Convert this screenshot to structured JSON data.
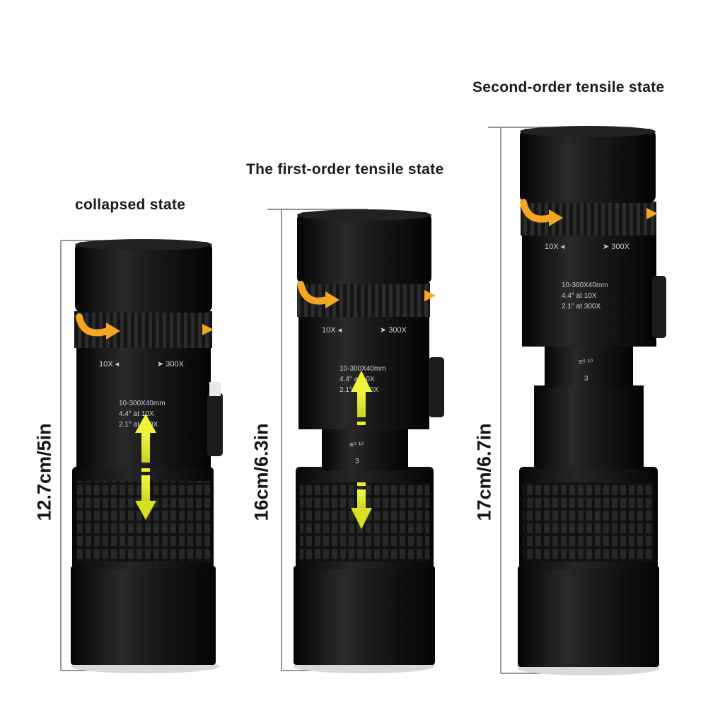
{
  "titles": {
    "collapsed": "collapsed state",
    "first": "The first-order tensile state",
    "second": "Second-order tensile state"
  },
  "dimensions": {
    "collapsed": "12.7cm/5in",
    "first": "16cm/6.3in",
    "second": "17cm/6.7in"
  },
  "scope_markings": {
    "zoom_min": "10X",
    "zoom_max": "300X",
    "spec": "10-300X40mm",
    "fov_10x": "4.4° at 10X",
    "fov_300x": "2.1° at 300X"
  },
  "colors": {
    "body": "#0d0d0d",
    "arrow_orange": "#f5a623",
    "arrow_yellow": "#e8ef2a",
    "marking_text": "#cfcfcf"
  }
}
